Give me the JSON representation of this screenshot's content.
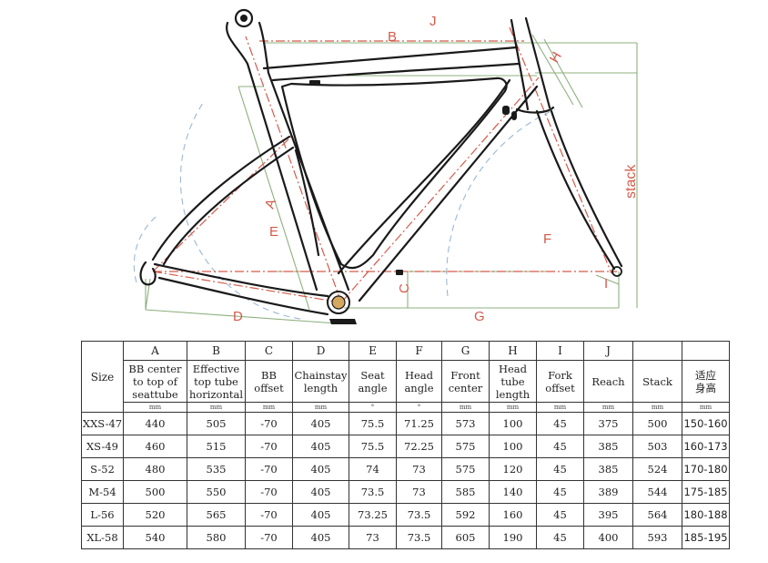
{
  "diagram": {
    "labels": {
      "A": "A",
      "B": "B",
      "C": "C",
      "D": "D",
      "E": "E",
      "F": "F",
      "G": "G",
      "H": "H",
      "I": "I",
      "J": "J",
      "stack": "stack"
    }
  },
  "table": {
    "size_header": "Size",
    "letters": [
      "A",
      "B",
      "C",
      "D",
      "E",
      "F",
      "G",
      "H",
      "I",
      "J",
      "",
      ""
    ],
    "descriptions": [
      [
        "BB center",
        "to top of",
        "seattube"
      ],
      [
        "Effective",
        "top tube",
        "horizontal"
      ],
      [
        "BB",
        "offset"
      ],
      [
        "Chainstay",
        "length"
      ],
      [
        "Seat",
        "angle"
      ],
      [
        "Head",
        "angle"
      ],
      [
        "Front",
        "center"
      ],
      [
        "Head",
        "tube",
        "length"
      ],
      [
        "Fork",
        "offset"
      ],
      [
        "Reach"
      ],
      [
        "Stack"
      ],
      [
        "适应",
        "身高"
      ]
    ],
    "units": [
      "mm",
      "mm",
      "mm",
      "mm",
      "°",
      "°",
      "mm",
      "mm",
      "mm",
      "mm",
      "mm",
      "mm"
    ],
    "rows": [
      {
        "size": "XXS-47",
        "values": [
          "440",
          "505",
          "-70",
          "405",
          "75.5",
          "71.25",
          "573",
          "100",
          "45",
          "375",
          "500",
          "150-160"
        ]
      },
      {
        "size": "XS-49",
        "values": [
          "460",
          "515",
          "-70",
          "405",
          "75.5",
          "72.25",
          "575",
          "100",
          "45",
          "385",
          "503",
          "160-173"
        ]
      },
      {
        "size": "S-52",
        "values": [
          "480",
          "535",
          "-70",
          "405",
          "74",
          "73",
          "575",
          "120",
          "45",
          "385",
          "524",
          "170-180"
        ]
      },
      {
        "size": "M-54",
        "values": [
          "500",
          "550",
          "-70",
          "405",
          "73.5",
          "73",
          "585",
          "140",
          "45",
          "389",
          "544",
          "175-185"
        ]
      },
      {
        "size": "L-56",
        "values": [
          "520",
          "565",
          "-70",
          "405",
          "73.25",
          "73.5",
          "592",
          "160",
          "45",
          "395",
          "564",
          "180-188"
        ]
      },
      {
        "size": "XL-58",
        "values": [
          "540",
          "580",
          "-70",
          "405",
          "73",
          "73.5",
          "605",
          "190",
          "45",
          "400",
          "593",
          "185-195"
        ]
      }
    ]
  }
}
